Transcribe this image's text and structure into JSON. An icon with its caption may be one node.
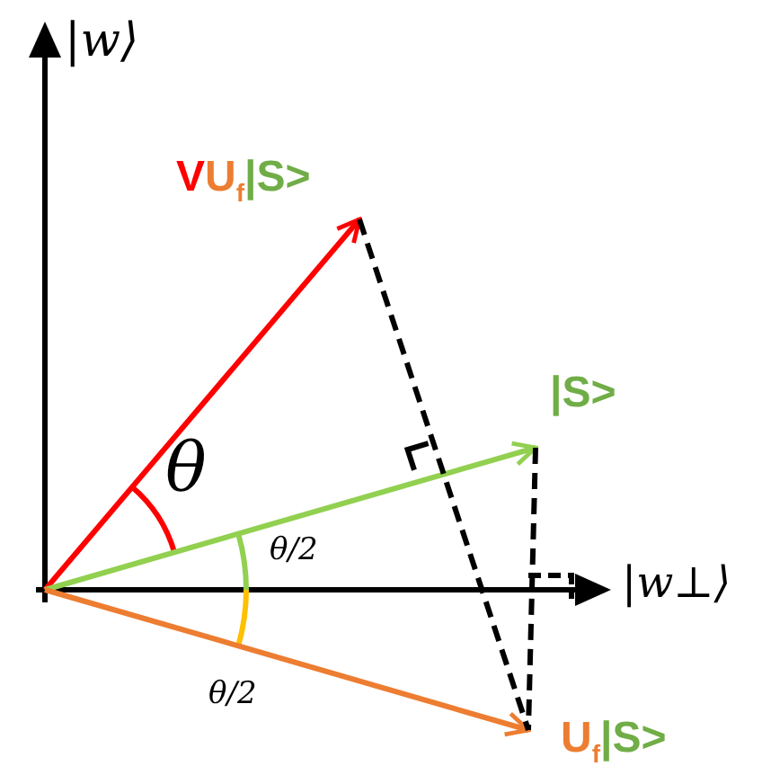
{
  "diagram": {
    "nodes": [
      {
        "text": [
          "VU$_{f}$|S>"
        ]
      },
      {
        "text": [
          "|S>"
        ]
      },
      {
        "text": [
          "U$_{f}$|S>"
        ]
      }
    ],
    "edges": [
      {
        "from": null,
        "to": 0,
        "arrow": "to",
        "color": "#ff0000"
      },
      {
        "from": null,
        "to": 1,
        "arrow": "to",
        "color": "#92d050"
      },
      {
        "from": null,
        "to": 2,
        "arrow": "to",
        "color": "#ed7d31"
      },
      {
        "from": 0,
        "to": 2,
        "arrow": "none",
        "style": "dashed"
      },
      {
        "from": 1,
        "to": 2,
        "arrow": "none",
        "style": "dashed"
      }
    ],
    "labels": [
      "|w⟩",
      "θ",
      "θ/2",
      "|w⊥⟩",
      "θ/2"
    ]
  }
}
